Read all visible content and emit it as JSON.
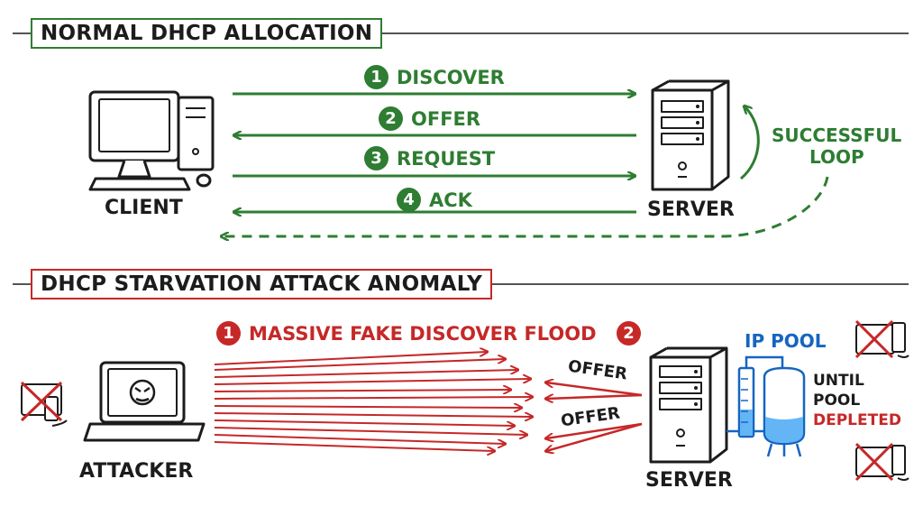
{
  "normal": {
    "title": "NORMAL DHCP ALLOCATION",
    "client_label": "CLIENT",
    "server_label": "SERVER",
    "steps": [
      {
        "num": "1",
        "label": "DISCOVER"
      },
      {
        "num": "2",
        "label": "OFFER"
      },
      {
        "num": "3",
        "label": "REQUEST"
      },
      {
        "num": "4",
        "label": "ACK"
      }
    ],
    "loop_label_1": "SUCCESSFUL",
    "loop_label_2": "LOOP"
  },
  "attack": {
    "title": "DHCP STARVATION ATTACK ANOMALY",
    "step1_num": "1",
    "step1_label": "MASSIVE FAKE DISCOVER FLOOD",
    "step2_num": "2",
    "attacker_label": "ATTACKER",
    "server_label": "SERVER",
    "offer_1": "OFFER",
    "offer_2": "OFFER",
    "ip_pool_label": "IP POOL",
    "until_1": "UNTIL",
    "until_2": "POOL",
    "depleted": "DEPLETED"
  },
  "colors": {
    "green": "#2e7d32",
    "red": "#c62828",
    "blue": "#1565c0",
    "ink": "#1c1c1c"
  }
}
